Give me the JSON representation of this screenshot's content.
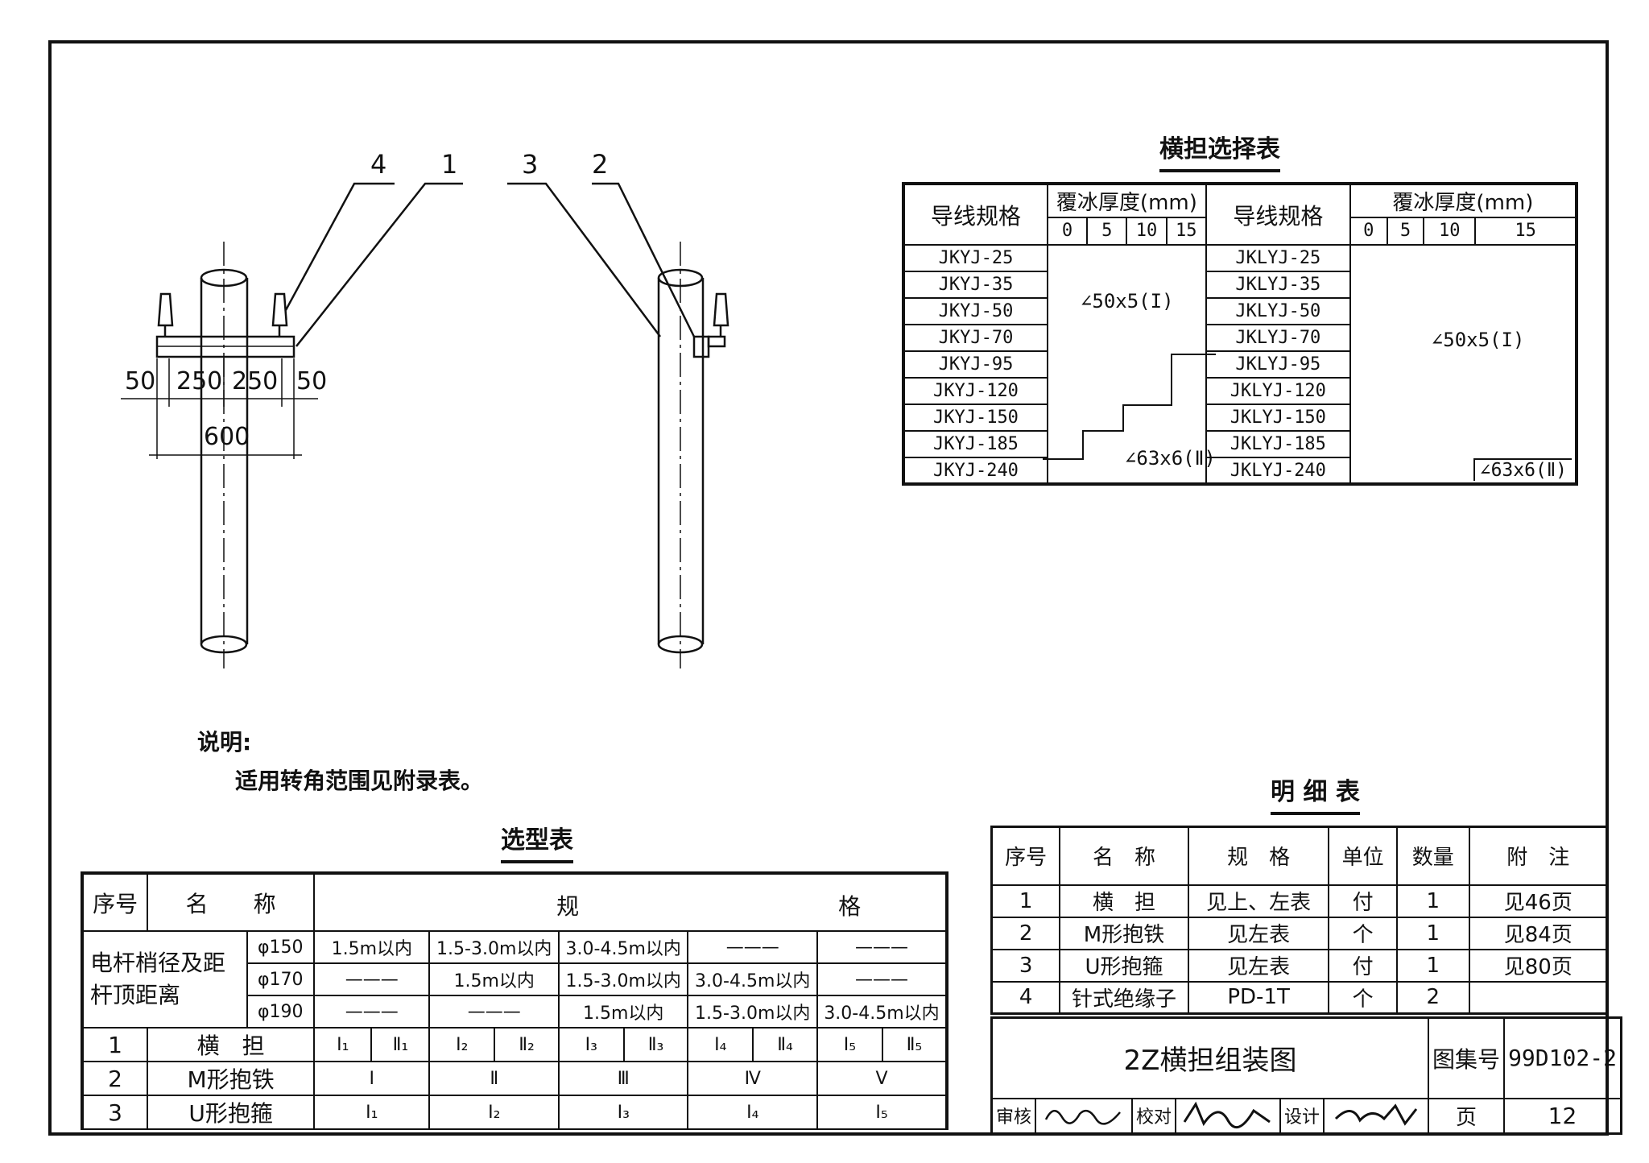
{
  "drawing": {
    "callouts": [
      "4",
      "1",
      "3",
      "2"
    ],
    "dimensions": {
      "d50a": "50",
      "d250a": "250",
      "d250b": "250",
      "d50b": "50",
      "total": "600"
    }
  },
  "notes": {
    "heading": "说明:",
    "text": "适用转角范围见附录表。"
  },
  "crossarm_table": {
    "title": "横担选择表",
    "col_wire": "导线规格",
    "col_ice": "覆冰厚度(mm)",
    "ice_values": [
      "0",
      "5",
      "10",
      "15"
    ],
    "left_wires": [
      "JKYJ-25",
      "JKYJ-35",
      "JKYJ-50",
      "JKYJ-70",
      "JKYJ-95",
      "JKYJ-120",
      "JKYJ-150",
      "JKYJ-185",
      "JKYJ-240"
    ],
    "right_wires": [
      "JKLYJ-25",
      "JKLYJ-35",
      "JKLYJ-50",
      "JKLYJ-70",
      "JKLYJ-95",
      "JKLYJ-120",
      "JKLYJ-150",
      "JKLYJ-185",
      "JKLYJ-240"
    ],
    "left_zone_1": "∠50x5(I)",
    "left_zone_2": "∠63x6(Ⅱ)",
    "right_zone_1": "∠50x5(I)",
    "right_zone_2": "∠63x6(Ⅱ)"
  },
  "selection_table": {
    "title": "选型表",
    "h_no": "序号",
    "h_name": "名　　称",
    "h_spec_a": "规",
    "h_spec_b": "格",
    "pole_label": "电杆梢径及距杆顶距离",
    "rows_dia": [
      {
        "d": "φ150",
        "c": [
          "1.5m以内",
          "1.5-3.0m以内",
          "3.0-4.5m以内",
          "———",
          "———"
        ]
      },
      {
        "d": "φ170",
        "c": [
          "———",
          "1.5m以内",
          "1.5-3.0m以内",
          "3.0-4.5m以内",
          "———"
        ]
      },
      {
        "d": "φ190",
        "c": [
          "———",
          "———",
          "1.5m以内",
          "1.5-3.0m以内",
          "3.0-4.5m以内"
        ]
      }
    ],
    "row1": {
      "no": "1",
      "name": "横　担",
      "c": [
        "I₁",
        "Ⅱ₁",
        "I₂",
        "Ⅱ₂",
        "I₃",
        "Ⅱ₃",
        "I₄",
        "Ⅱ₄",
        "I₅",
        "Ⅱ₅"
      ]
    },
    "row2": {
      "no": "2",
      "name": "M形抱铁",
      "c": [
        "I",
        "Ⅱ",
        "Ⅲ",
        "Ⅳ",
        "Ⅴ"
      ]
    },
    "row3": {
      "no": "3",
      "name": "U形抱箍",
      "c": [
        "I₁",
        "I₂",
        "I₃",
        "I₄",
        "I₅"
      ]
    }
  },
  "detail_table": {
    "title": "明 细 表",
    "headers": [
      "序号",
      "名　称",
      "规　格",
      "单位",
      "数量",
      "附　注"
    ],
    "rows": [
      [
        "1",
        "横　担",
        "见上、左表",
        "付",
        "1",
        "见46页"
      ],
      [
        "2",
        "M形抱铁",
        "见左表",
        "个",
        "1",
        "见84页"
      ],
      [
        "3",
        "U形抱箍",
        "见左表",
        "付",
        "1",
        "见80页"
      ],
      [
        "4",
        "针式绝缘子",
        "PD-1T",
        "个",
        "2",
        ""
      ]
    ]
  },
  "title_block": {
    "drawing_title": "2Z横担组装图",
    "atlas_label": "图集号",
    "atlas_no": "99D102-2",
    "review": "审核",
    "check": "校对",
    "design": "设计",
    "page_label": "页",
    "page_no": "12"
  }
}
